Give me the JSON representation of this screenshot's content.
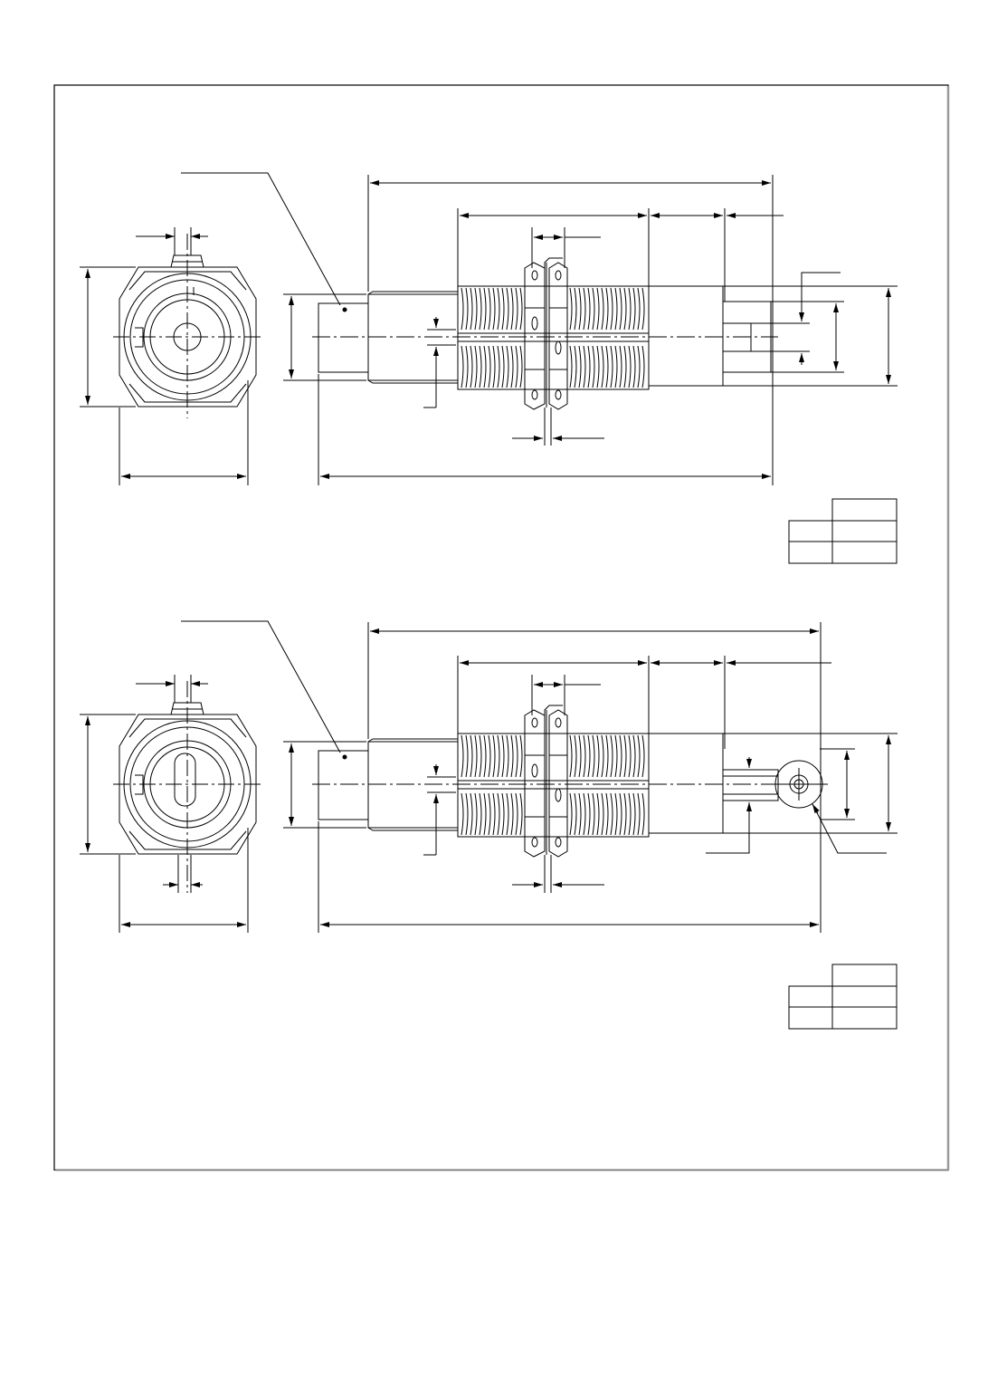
{
  "document": {
    "type": "technical-drawing",
    "text_labels": [],
    "colors": {
      "line": "#000000",
      "background": "#ffffff",
      "frame_shadow": "#9a9a9a"
    }
  },
  "views": [
    {
      "id": "upper",
      "variant": "plunger-actuator",
      "end_view_slot": "horizontal-keyway"
    },
    {
      "id": "lower",
      "variant": "roller-actuator",
      "end_view_slot": "vertical-keyway"
    }
  ],
  "tables": [
    {
      "id": "upper-table",
      "rows": 3,
      "cols": 2,
      "cells": []
    },
    {
      "id": "lower-table",
      "rows": 3,
      "cols": 2,
      "cells": []
    }
  ]
}
